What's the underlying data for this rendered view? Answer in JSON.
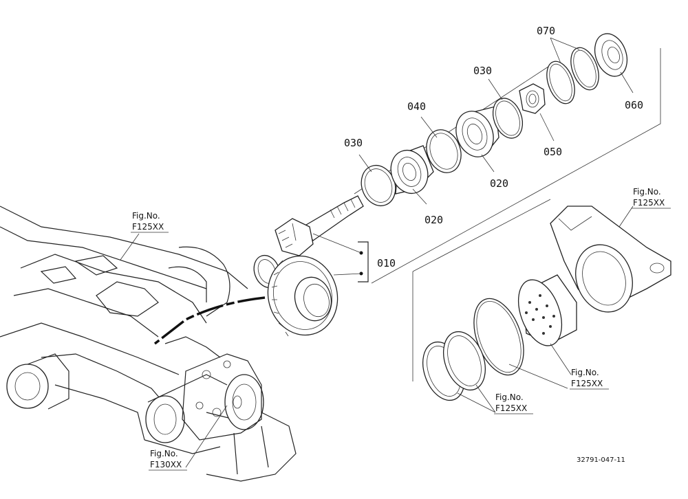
{
  "callouts": {
    "p010": "010",
    "p020a": "020",
    "p020b": "020",
    "p030a": "030",
    "p030b": "030",
    "p040": "040",
    "p050": "050",
    "p060": "060",
    "p070": "070"
  },
  "refs": {
    "fig_label": "Fig.No.",
    "f125_a": "F125XX",
    "f125_b": "F125XX",
    "f125_c": "F125XX",
    "f125_d": "F125XX",
    "f130": "F130XX"
  },
  "drawing_number": "32791-047-11"
}
